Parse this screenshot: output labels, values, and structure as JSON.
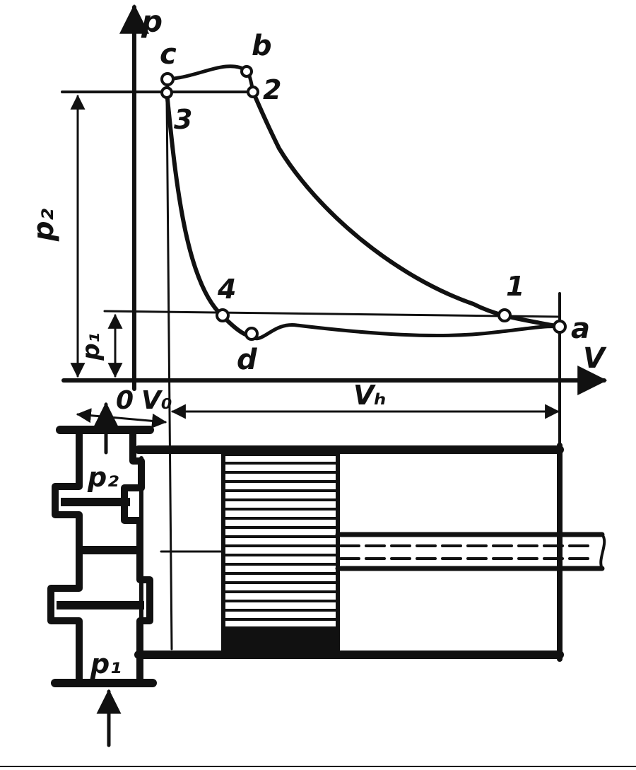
{
  "diagram": {
    "axes": {
      "p_axis_label": "p",
      "v_axis_label": "V",
      "origin_label": "0"
    },
    "points": {
      "c": "c",
      "b": "b",
      "n2": "2",
      "n3": "3",
      "n4": "4",
      "n1": "1",
      "a": "a",
      "d": "d"
    },
    "dimensions": {
      "p2_side": "p₂",
      "p1_side": "p₁",
      "v0": "V₀",
      "vh": "Vₕ"
    },
    "valves": {
      "upper_pressure": "p₂",
      "lower_pressure": "p₁"
    },
    "colors": {
      "ink": "#111111",
      "paper": "#ffffff"
    }
  }
}
